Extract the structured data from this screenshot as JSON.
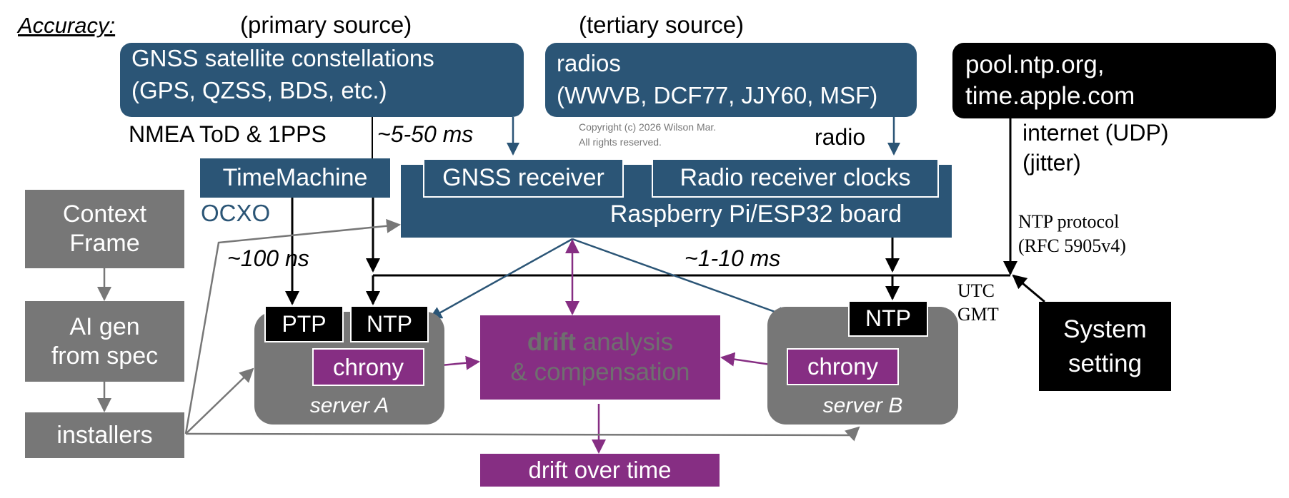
{
  "title": "Accuracy:",
  "labels": {
    "primary_source": "(primary source)",
    "tertiary_source": "(tertiary source)",
    "nmea": "NMEA ToD & 1PPS",
    "latency_gnss": "~5-50 ms",
    "copyright_line1": "Copyright (c) 2026 Wilson Mar.",
    "copyright_line2": "All rights reserved.",
    "radio": "radio",
    "internet_line1": "internet (UDP)",
    "internet_line2": "(jitter)",
    "ocxo": "OCXO",
    "latency_ptp": "~100 ns",
    "latency_ntp": "~1-10 ms",
    "ntp_protocol_line1": "NTP protocol",
    "ntp_protocol_line2": "(RFC 5905v4)",
    "utc": "UTC",
    "gmt": "GMT"
  },
  "sources": {
    "gnss": {
      "line1": "GNSS satellite constellations",
      "line2": "(GPS, QZSS, BDS, etc.)"
    },
    "radios": {
      "line1": "radios",
      "line2": "(WWVB, DCF77, JJY60, MSF)"
    },
    "internet": {
      "line1": "pool.ntp.org,",
      "line2": "time.apple.com"
    }
  },
  "hardware": {
    "time_machine": "TimeMachine",
    "gnss_receiver": "GNSS receiver",
    "radio_receiver": "Radio receiver clocks",
    "board": "Raspberry Pi/ESP32 board"
  },
  "workflow": {
    "context_frame": {
      "line1": "Context",
      "line2": "Frame"
    },
    "ai_gen": {
      "line1": "AI gen",
      "line2": "from spec"
    },
    "installers": "installers"
  },
  "server_a": {
    "label": "server A",
    "ptp": "PTP",
    "ntp": "NTP",
    "chrony": "chrony"
  },
  "server_b": {
    "label": "server B",
    "ntp": "NTP",
    "chrony": "chrony"
  },
  "drift": {
    "bold": "drift",
    "line1_rest": " analysis",
    "line2": "& compensation",
    "over_time": "drift over time"
  },
  "system_setting": {
    "line1": "System",
    "line2": "setting"
  },
  "colors": {
    "blue": "#2b5576",
    "gray": "#777777",
    "purple": "#862e83",
    "black": "#000000"
  }
}
